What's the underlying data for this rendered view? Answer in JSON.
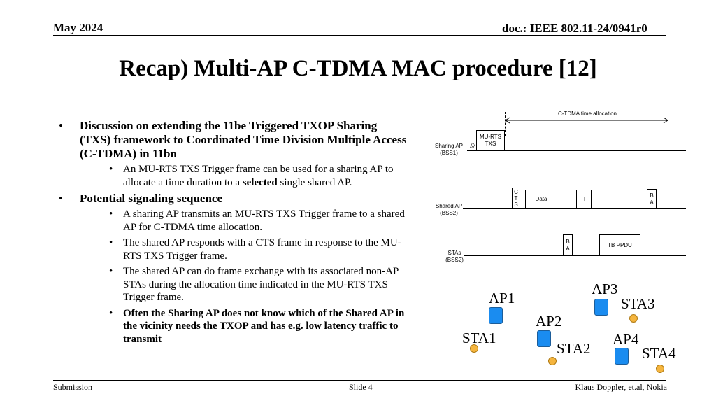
{
  "header": {
    "date": "May 2024",
    "doc_id": "doc.: IEEE 802.11-24/0941r0"
  },
  "title": "Recap) Multi-AP C-TDMA MAC procedure [12]",
  "bullets": [
    {
      "text": "Discussion on extending the 11be Triggered TXOP Sharing (TXS) framework to Coordinated Time Division Multiple Access (C-TDMA) in 11bn",
      "subs": [
        {
          "before": "An MU-RTS TXS Trigger frame can be used for a sharing AP to allocate a time duration to a ",
          "bold": "selected",
          "after": " single shared AP."
        }
      ]
    },
    {
      "text": "Potential signaling sequence",
      "subs": [
        {
          "text": "A sharing AP transmits an MU-RTS TXS Trigger frame to a shared AP for C-TDMA time allocation."
        },
        {
          "text": "The shared AP responds with a CTS frame in response to the MU-RTS TXS Trigger frame."
        },
        {
          "text": "The shared AP can do frame exchange with its associated non-AP STAs during the allocation time indicated in the MU-RTS TXS Trigger frame."
        },
        {
          "bold_text": "Often the Sharing AP does not know which of the Shared AP in the vicinity needs the TXOP and has e.g. low latency traffic to transmit"
        }
      ]
    }
  ],
  "timing": {
    "allocation_label": "C-TDMA time allocation",
    "rows": {
      "sharing": {
        "name": "Sharing AP",
        "bss": "(BSS1)",
        "slash": "///"
      },
      "shared": {
        "name": "Shared AP",
        "bss": "(BSS2)"
      },
      "stas": {
        "name": "STAs",
        "bss": "(BSS2)"
      }
    },
    "frames": {
      "mu_rts": [
        "MU-RTS",
        "TXS"
      ],
      "cts": [
        "C",
        "T",
        "S"
      ],
      "data": "Data",
      "tf": "TF",
      "ba_ap": [
        "B",
        "A"
      ],
      "ba_sta": [
        "B",
        "A"
      ],
      "tb_ppdu": "TB PPDU"
    }
  },
  "topology": {
    "ap1": "AP1",
    "ap2": "AP2",
    "ap3": "AP3",
    "ap4": "AP4",
    "sta1": "STA1",
    "sta2": "STA2",
    "sta3": "STA3",
    "sta4": "STA4",
    "colors": {
      "ap_fill": "#1a8cf0",
      "sta_fill": "#f5b53e"
    }
  },
  "footer": {
    "left": "Submission",
    "center": "Slide 4",
    "right": "Klaus Doppler, et.al, Nokia"
  }
}
